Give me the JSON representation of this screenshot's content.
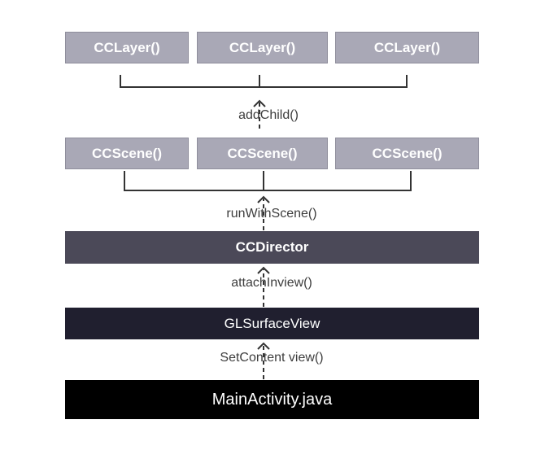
{
  "layers": [
    "CCLayer()",
    "CCLayer()",
    "CCLayer()"
  ],
  "scenes": [
    "CCScene()",
    "CCScene()",
    "CCScene()"
  ],
  "director": "CCDirector",
  "glsurface": "GLSurfaceView",
  "main_activity": "MainActivity.java",
  "labels": {
    "add_child": "addChild()",
    "run_with_scene": "runWithScene()",
    "attach_view": "attachInview()",
    "set_content": "SetContent view()"
  }
}
